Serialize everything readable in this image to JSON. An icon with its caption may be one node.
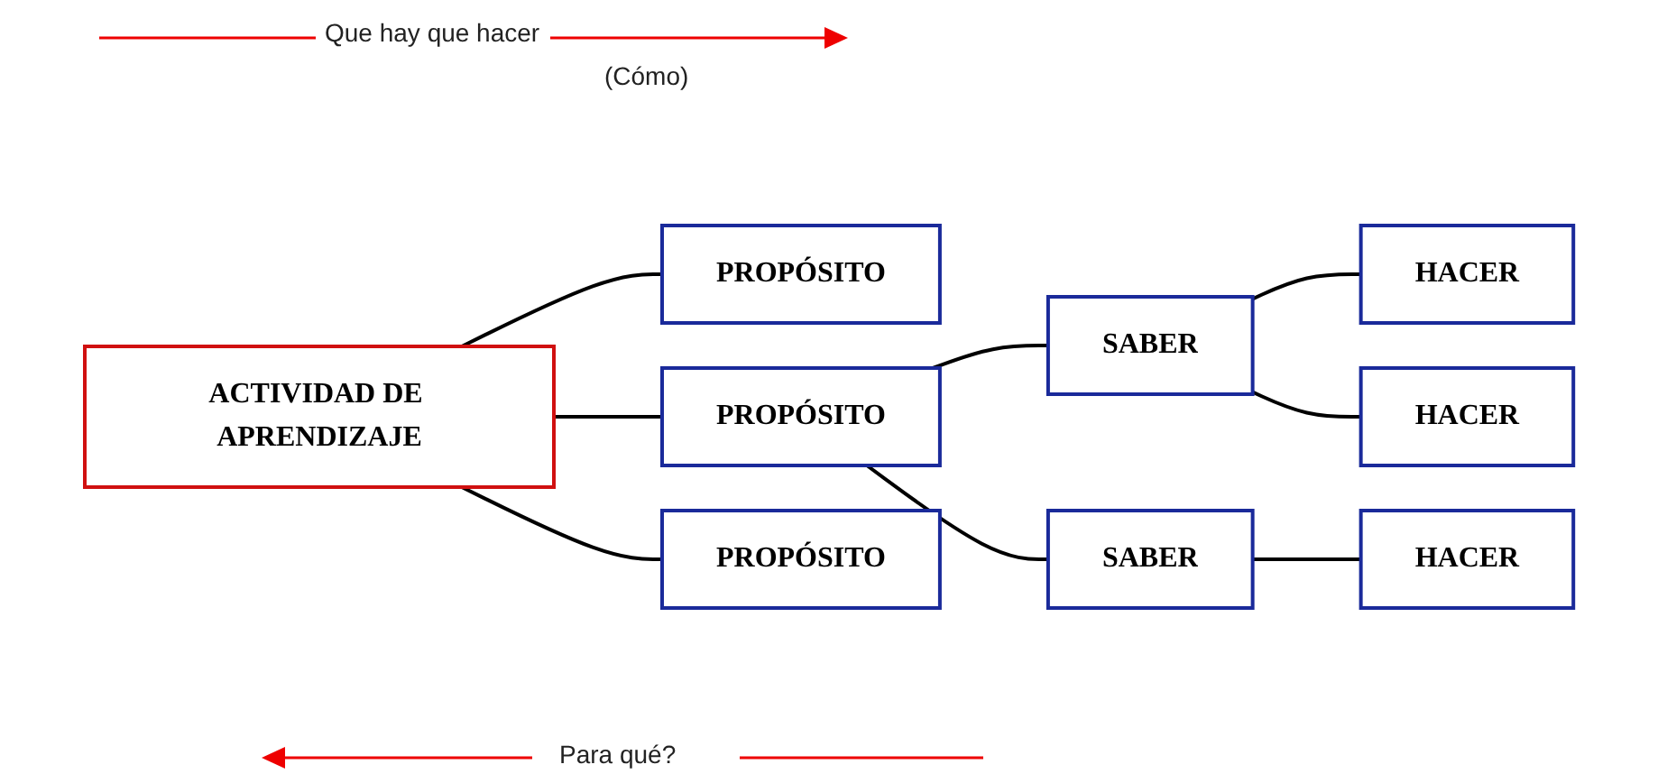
{
  "diagram": {
    "nodes": [
      {
        "text": [
          "ACTIVIDAD DE APRENDIZAJE"
        ]
      },
      {
        "text": [
          "PROPÓSITO"
        ]
      },
      {
        "text": [
          "PROPÓSITO"
        ]
      },
      {
        "text": [
          "PROPÓSITO"
        ]
      },
      {
        "text": [
          "SABER"
        ]
      },
      {
        "text": [
          "SABER"
        ]
      },
      {
        "text": [
          "HACER"
        ]
      },
      {
        "text": [
          "HACER"
        ]
      },
      {
        "text": [
          "HACER"
        ]
      }
    ],
    "edges": [
      {
        "from": 0,
        "to": 1,
        "arrow": "none"
      },
      {
        "from": 0,
        "to": 2,
        "arrow": "none"
      },
      {
        "from": 0,
        "to": 3,
        "arrow": "none"
      },
      {
        "from": 2,
        "to": 4,
        "arrow": "none"
      },
      {
        "from": 2,
        "to": 5,
        "arrow": "none"
      },
      {
        "from": 4,
        "to": 6,
        "arrow": "none"
      },
      {
        "from": 4,
        "to": 7,
        "arrow": "none"
      },
      {
        "from": 5,
        "to": 8,
        "arrow": "none"
      }
    ],
    "labels": [
      "Que hay que hacer",
      "(Cómo)",
      "Para qué?"
    ]
  }
}
